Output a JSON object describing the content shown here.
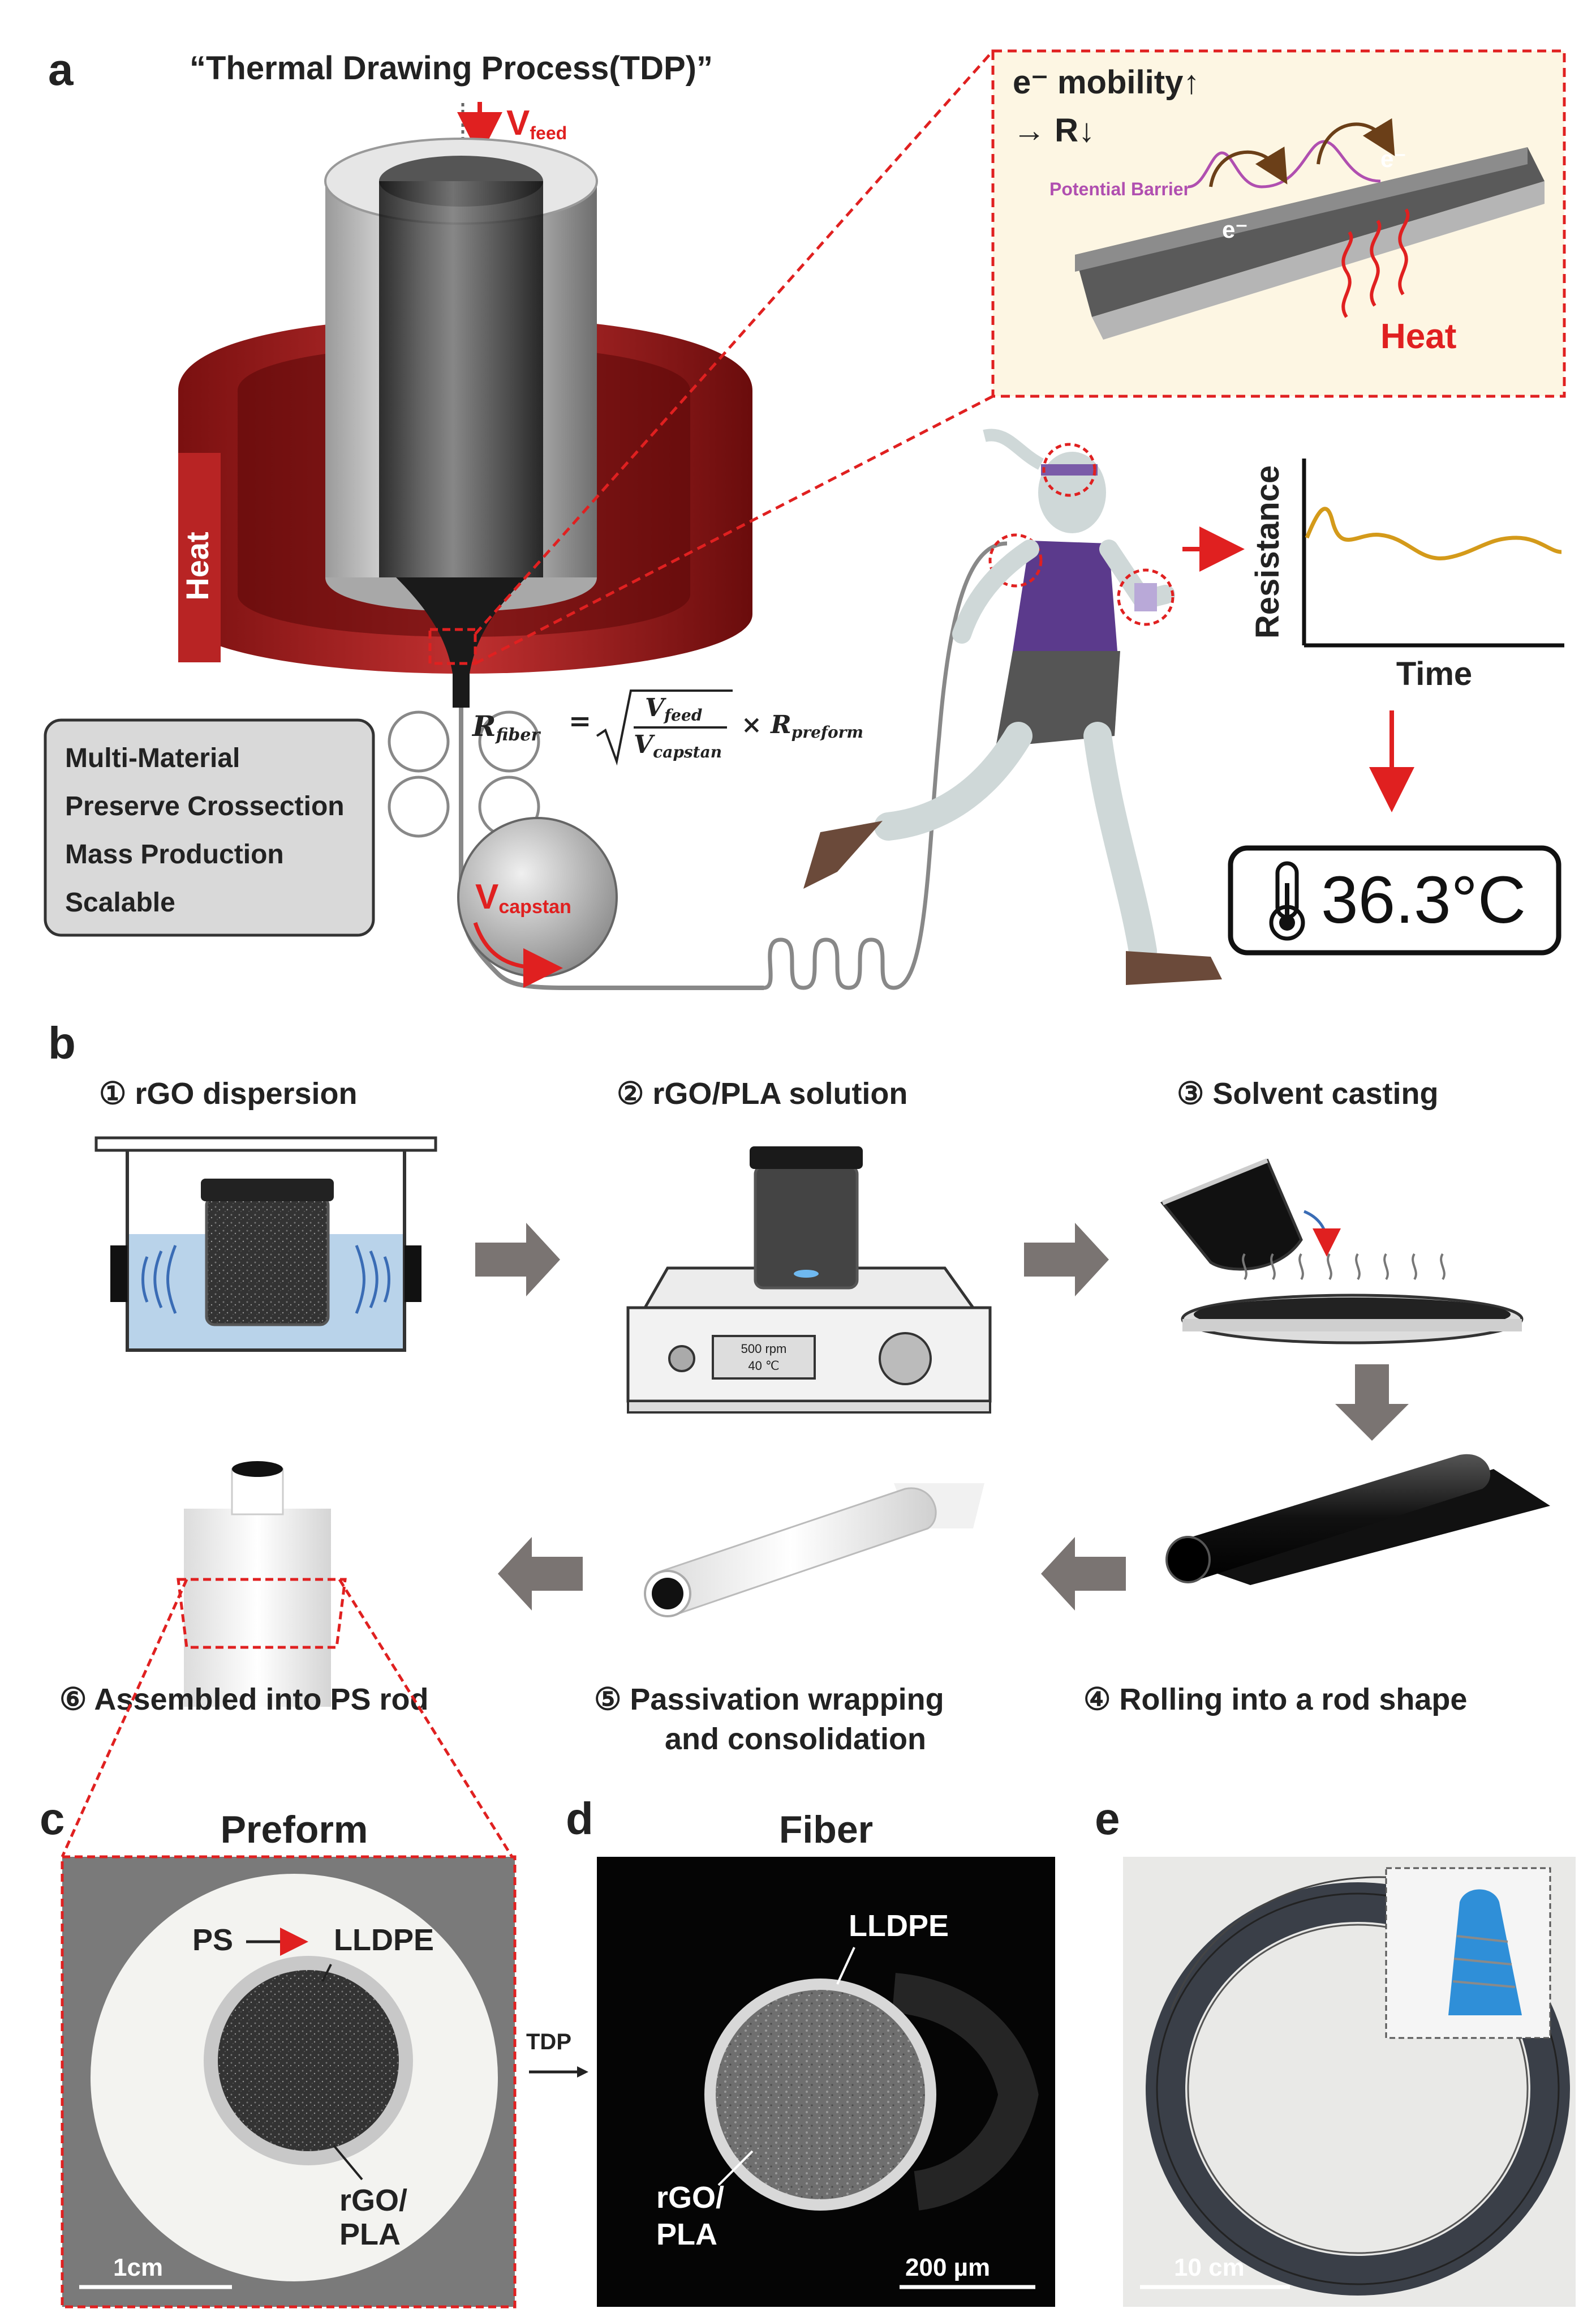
{
  "panel_a": {
    "label": "a",
    "title": "“Thermal Drawing Process(TDP)”",
    "v_feed_main": "V",
    "v_feed_sub": "feed",
    "heat_ring": "Heat",
    "inset": {
      "mobility_line1": "e⁻ mobility↑",
      "mobility_line2": "→ R↓",
      "potential_barrier": "Potential Barrier",
      "electron": "e⁻",
      "heat": "Heat"
    },
    "formula": {
      "lhs": "R",
      "lhs_sub": "fiber",
      "equals": "=",
      "num": "V",
      "num_sub": "feed",
      "den": "V",
      "den_sub": "capstan",
      "times": "× R",
      "times_sub": "preform"
    },
    "features": [
      "Multi-Material",
      "Preserve Crossection",
      "Mass Production",
      "Scalable"
    ],
    "capstan_main": "V",
    "capstan_sub": "capstan",
    "resistance_plot": {
      "ylabel": "Resistance",
      "xlabel": "Time"
    },
    "temperature": "36.3°C"
  },
  "panel_b": {
    "label": "b",
    "steps": {
      "s1": "① rGO dispersion",
      "s2": "② rGO/PLA solution",
      "s3": "③ Solvent casting",
      "s4": "④ Rolling into a rod shape",
      "s5a": "⑤ Passivation wrapping",
      "s5b": "and consolidation",
      "s6": "⑥ Assembled into PS rod"
    },
    "stirrer_display": {
      "line1": "500 rpm",
      "line2": "40 ℃"
    }
  },
  "panel_c": {
    "label": "c",
    "title": "Preform",
    "ps": "PS",
    "lldpe": "LLDPE",
    "core1": "rGO/",
    "core2": "PLA",
    "scale": "1cm"
  },
  "tdp_arrow_label": "TDP",
  "panel_d": {
    "label": "d",
    "title": "Fiber",
    "lldpe": "LLDPE",
    "core1": "rGO/",
    "core2": "PLA",
    "scale": "200 µm"
  },
  "panel_e": {
    "label": "e",
    "scale": "10 cm"
  },
  "colors": {
    "accent_red": "#e02020",
    "heat_ring": "#9b1b1b",
    "plot_curve": "#d49a1a",
    "shirt": "#5b3a8c"
  }
}
